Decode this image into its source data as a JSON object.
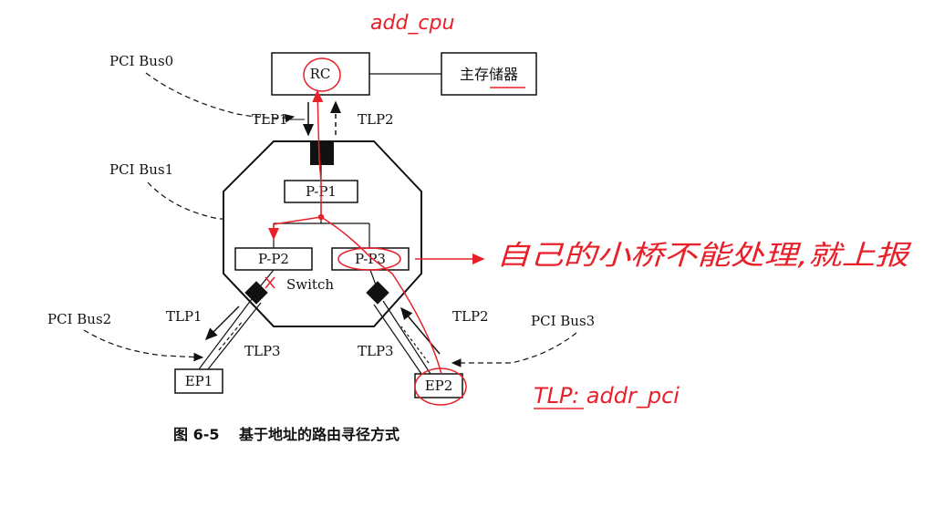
{
  "labels": {
    "rc": "RC",
    "memory": "主存储器",
    "bus0": "PCI Bus0",
    "bus1": "PCI Bus1",
    "bus2": "PCI Bus2",
    "bus3": "PCI Bus3",
    "p1": "P-P1",
    "p2": "P-P2",
    "p3": "P-P3",
    "switch": "Switch",
    "tlp1_top": "TLP1",
    "tlp2_top": "TLP2",
    "tlp1_left": "TLP1",
    "tlp3_left": "TLP3",
    "tlp2_right": "TLP2",
    "tlp3_right": "TLP3",
    "ep1": "EP1",
    "ep2": "EP2"
  },
  "caption": {
    "number": "图 6-5",
    "text": "基于地址的路由寻径方式"
  },
  "annotations": {
    "addr_cpu": "add_cpu",
    "note": "自己的小桥不能处理,就上报",
    "tlp_addr": "TLP: addr_pci"
  }
}
